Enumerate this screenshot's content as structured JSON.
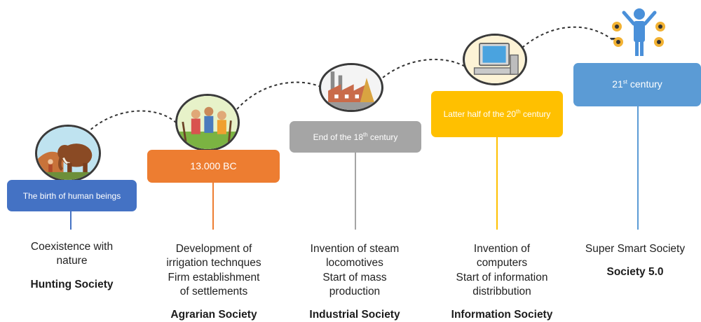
{
  "eras": [
    {
      "id": "hunting",
      "date": {
        "before": "The birth of human beings",
        "sup": "",
        "after": ""
      },
      "color": "#4472c4",
      "icon": "mammoth-icon",
      "description": [
        "Coexistence with",
        "nature"
      ],
      "society": "Hunting Society"
    },
    {
      "id": "agrarian",
      "date": {
        "before": "13.000 BC",
        "sup": "",
        "after": ""
      },
      "color": "#ed7d31",
      "icon": "farmers-icon",
      "description": [
        "Development of",
        "irrigation technques",
        "Firm establishment",
        "of settlements"
      ],
      "society": "Agrarian Society"
    },
    {
      "id": "industrial",
      "date": {
        "before": "End of the 18",
        "sup": "th",
        "after": " century"
      },
      "color": "#a5a5a5",
      "icon": "factory-icon",
      "description": [
        "Invention of steam",
        "locomotives",
        "Start of mass",
        "production"
      ],
      "society": "Industrial Society"
    },
    {
      "id": "information",
      "date": {
        "before": "Latter half of the 20",
        "sup": "th",
        "after": " century"
      },
      "color": "#ffc000",
      "icon": "computer-icon",
      "description": [
        "Invention of",
        "computers",
        "Start of information",
        "distribbution"
      ],
      "society": "Information Society"
    },
    {
      "id": "smart",
      "date": {
        "before": "21",
        "sup": "st",
        "after": " century"
      },
      "color": "#5b9bd5",
      "icon": "network-person-icon",
      "description": [
        "Super Smart Society"
      ],
      "society": "Society 5.0"
    }
  ]
}
